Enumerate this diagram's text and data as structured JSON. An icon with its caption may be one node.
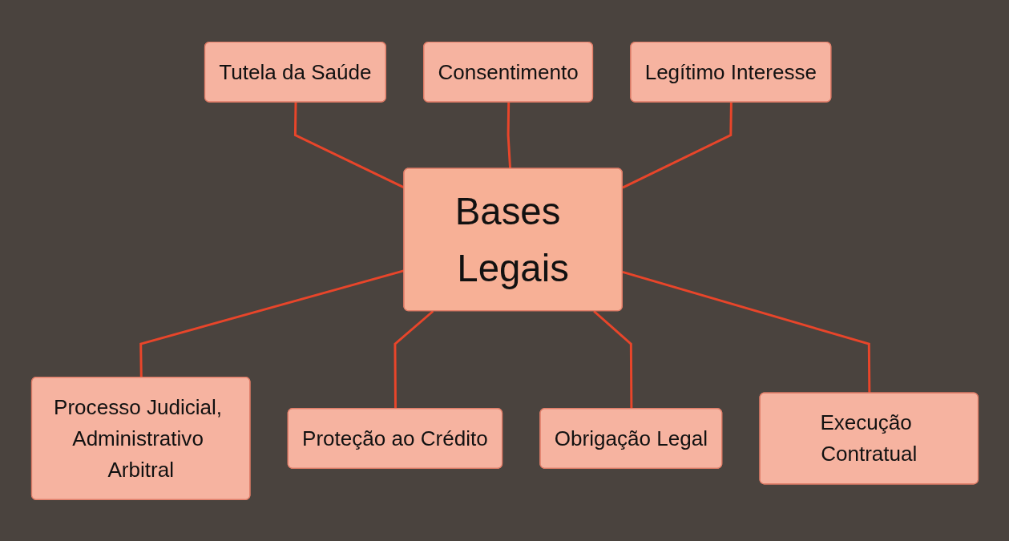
{
  "diagram": {
    "nodes": [
      {
        "text": [
          "Tutela da Saúde"
        ]
      },
      {
        "text": [
          "Consentimento"
        ]
      },
      {
        "text": [
          "Legítimo Interesse"
        ]
      },
      {
        "text": [
          "Bases Legais"
        ]
      },
      {
        "text": [
          "Processo Judicial, Administrativo Arbitral"
        ]
      },
      {
        "text": [
          "Proteção ao Crédito"
        ]
      },
      {
        "text": [
          "Obrigação Legal"
        ]
      },
      {
        "text": [
          "Execução Contratual"
        ]
      }
    ],
    "edges": [
      {
        "from": 0,
        "to": 3,
        "arrow": "none"
      },
      {
        "from": 1,
        "to": 3,
        "arrow": "none"
      },
      {
        "from": 2,
        "to": 3,
        "arrow": "none"
      },
      {
        "from": 3,
        "to": 4,
        "arrow": "none"
      },
      {
        "from": 3,
        "to": 5,
        "arrow": "none"
      },
      {
        "from": 3,
        "to": 6,
        "arrow": "none"
      },
      {
        "from": 3,
        "to": 7,
        "arrow": "none"
      }
    ]
  }
}
